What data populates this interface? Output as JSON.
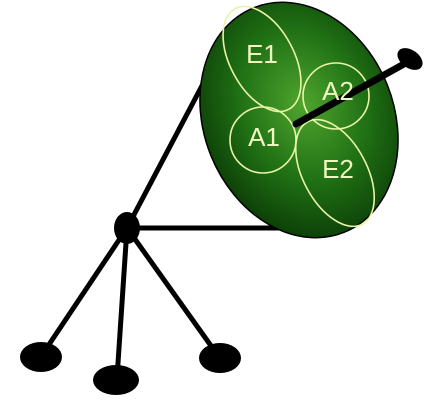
{
  "colors": {
    "dish_light": "#4fa52e",
    "dish_mid": "#1f6f14",
    "dish_dark": "#0b3b06",
    "lobe_stroke": "#e8f5a6",
    "label_fill": "#eef7c0",
    "structure": "#000000"
  },
  "lobes": [
    {
      "id": "e1",
      "label": "E1"
    },
    {
      "id": "a2",
      "label": "A2"
    },
    {
      "id": "a1",
      "label": "A1"
    },
    {
      "id": "e2",
      "label": "E2"
    }
  ]
}
